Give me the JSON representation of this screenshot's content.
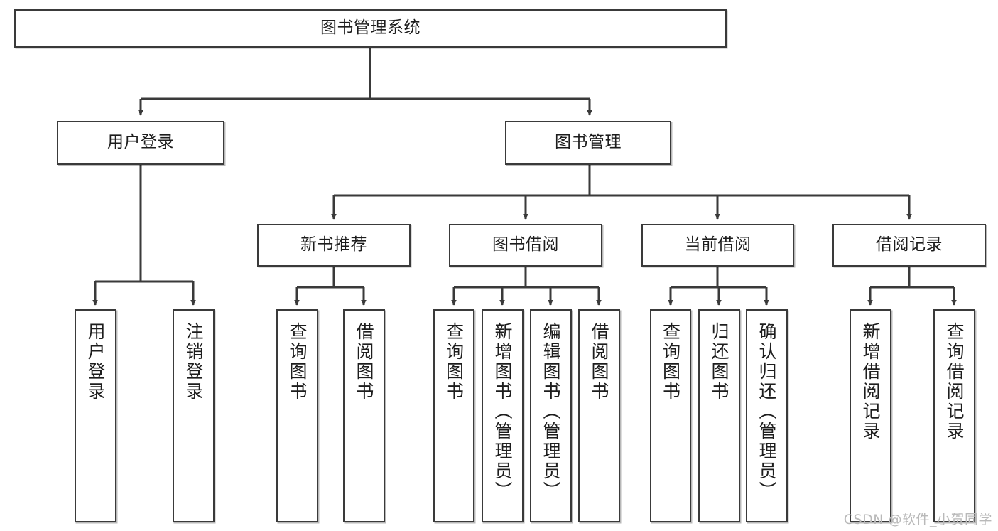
{
  "diagram": {
    "type": "tree-hierarchy-chart",
    "title": "图书管理系统",
    "orientation": "top-down",
    "edge_color": "#3a3a3a",
    "box_border_color": "#3a3a3a",
    "box_fill_color": "#ffffff",
    "text_color": "#1d1d1d"
  },
  "nodes": {
    "root": {
      "label": "图书管理系统",
      "level": 1,
      "orientation": "horizontal"
    },
    "user_login": {
      "label": "用户登录",
      "level": 2,
      "orientation": "horizontal"
    },
    "book_manage": {
      "label": "图书管理",
      "level": 2,
      "orientation": "horizontal"
    },
    "new_book_rec": {
      "label": "新书推荐",
      "level": 3,
      "orientation": "horizontal"
    },
    "book_borrow": {
      "label": "图书借阅",
      "level": 3,
      "orientation": "horizontal"
    },
    "current_borrow": {
      "label": "当前借阅",
      "level": 3,
      "orientation": "horizontal"
    },
    "borrow_record": {
      "label": "借阅记录",
      "level": 3,
      "orientation": "horizontal"
    },
    "leaf_user_login": {
      "label": "用户登录",
      "level": 3,
      "orientation": "vertical"
    },
    "leaf_logout": {
      "label": "注销登录",
      "level": 3,
      "orientation": "vertical"
    },
    "leaf_query_book_1": {
      "label": "查询图书",
      "level": 4,
      "orientation": "vertical"
    },
    "leaf_borrow_book_1": {
      "label": "借阅图书",
      "level": 4,
      "orientation": "vertical"
    },
    "leaf_query_book_2": {
      "label": "查询图书",
      "level": 4,
      "orientation": "vertical"
    },
    "leaf_add_book": {
      "label": "新增图书（管理员）",
      "level": 4,
      "orientation": "vertical"
    },
    "leaf_edit_book": {
      "label": "编辑图书（管理员）",
      "level": 4,
      "orientation": "vertical"
    },
    "leaf_borrow_book_2": {
      "label": "借阅图书",
      "level": 4,
      "orientation": "vertical"
    },
    "leaf_query_book_3": {
      "label": "查询图书",
      "level": 4,
      "orientation": "vertical"
    },
    "leaf_return_book": {
      "label": "归还图书",
      "level": 4,
      "orientation": "vertical"
    },
    "leaf_confirm_return": {
      "label": "确认归还（管理员）",
      "level": 4,
      "orientation": "vertical"
    },
    "leaf_add_record": {
      "label": "新增借阅记录",
      "level": 4,
      "orientation": "vertical"
    },
    "leaf_query_record": {
      "label": "查询借阅记录",
      "level": 4,
      "orientation": "vertical"
    }
  },
  "edges": [
    {
      "from": "root",
      "to": "user_login"
    },
    {
      "from": "root",
      "to": "book_manage"
    },
    {
      "from": "user_login",
      "to": "leaf_user_login"
    },
    {
      "from": "user_login",
      "to": "leaf_logout"
    },
    {
      "from": "book_manage",
      "to": "new_book_rec"
    },
    {
      "from": "book_manage",
      "to": "book_borrow"
    },
    {
      "from": "book_manage",
      "to": "current_borrow"
    },
    {
      "from": "book_manage",
      "to": "borrow_record"
    },
    {
      "from": "new_book_rec",
      "to": "leaf_query_book_1"
    },
    {
      "from": "new_book_rec",
      "to": "leaf_borrow_book_1"
    },
    {
      "from": "book_borrow",
      "to": "leaf_query_book_2"
    },
    {
      "from": "book_borrow",
      "to": "leaf_add_book"
    },
    {
      "from": "book_borrow",
      "to": "leaf_edit_book"
    },
    {
      "from": "book_borrow",
      "to": "leaf_borrow_book_2"
    },
    {
      "from": "current_borrow",
      "to": "leaf_query_book_3"
    },
    {
      "from": "current_borrow",
      "to": "leaf_return_book"
    },
    {
      "from": "current_borrow",
      "to": "leaf_confirm_return"
    },
    {
      "from": "borrow_record",
      "to": "leaf_add_record"
    },
    {
      "from": "borrow_record",
      "to": "leaf_query_record"
    }
  ],
  "watermark": {
    "text": "CSDN @软件_小贺同学",
    "color": "#b9b9b9"
  }
}
